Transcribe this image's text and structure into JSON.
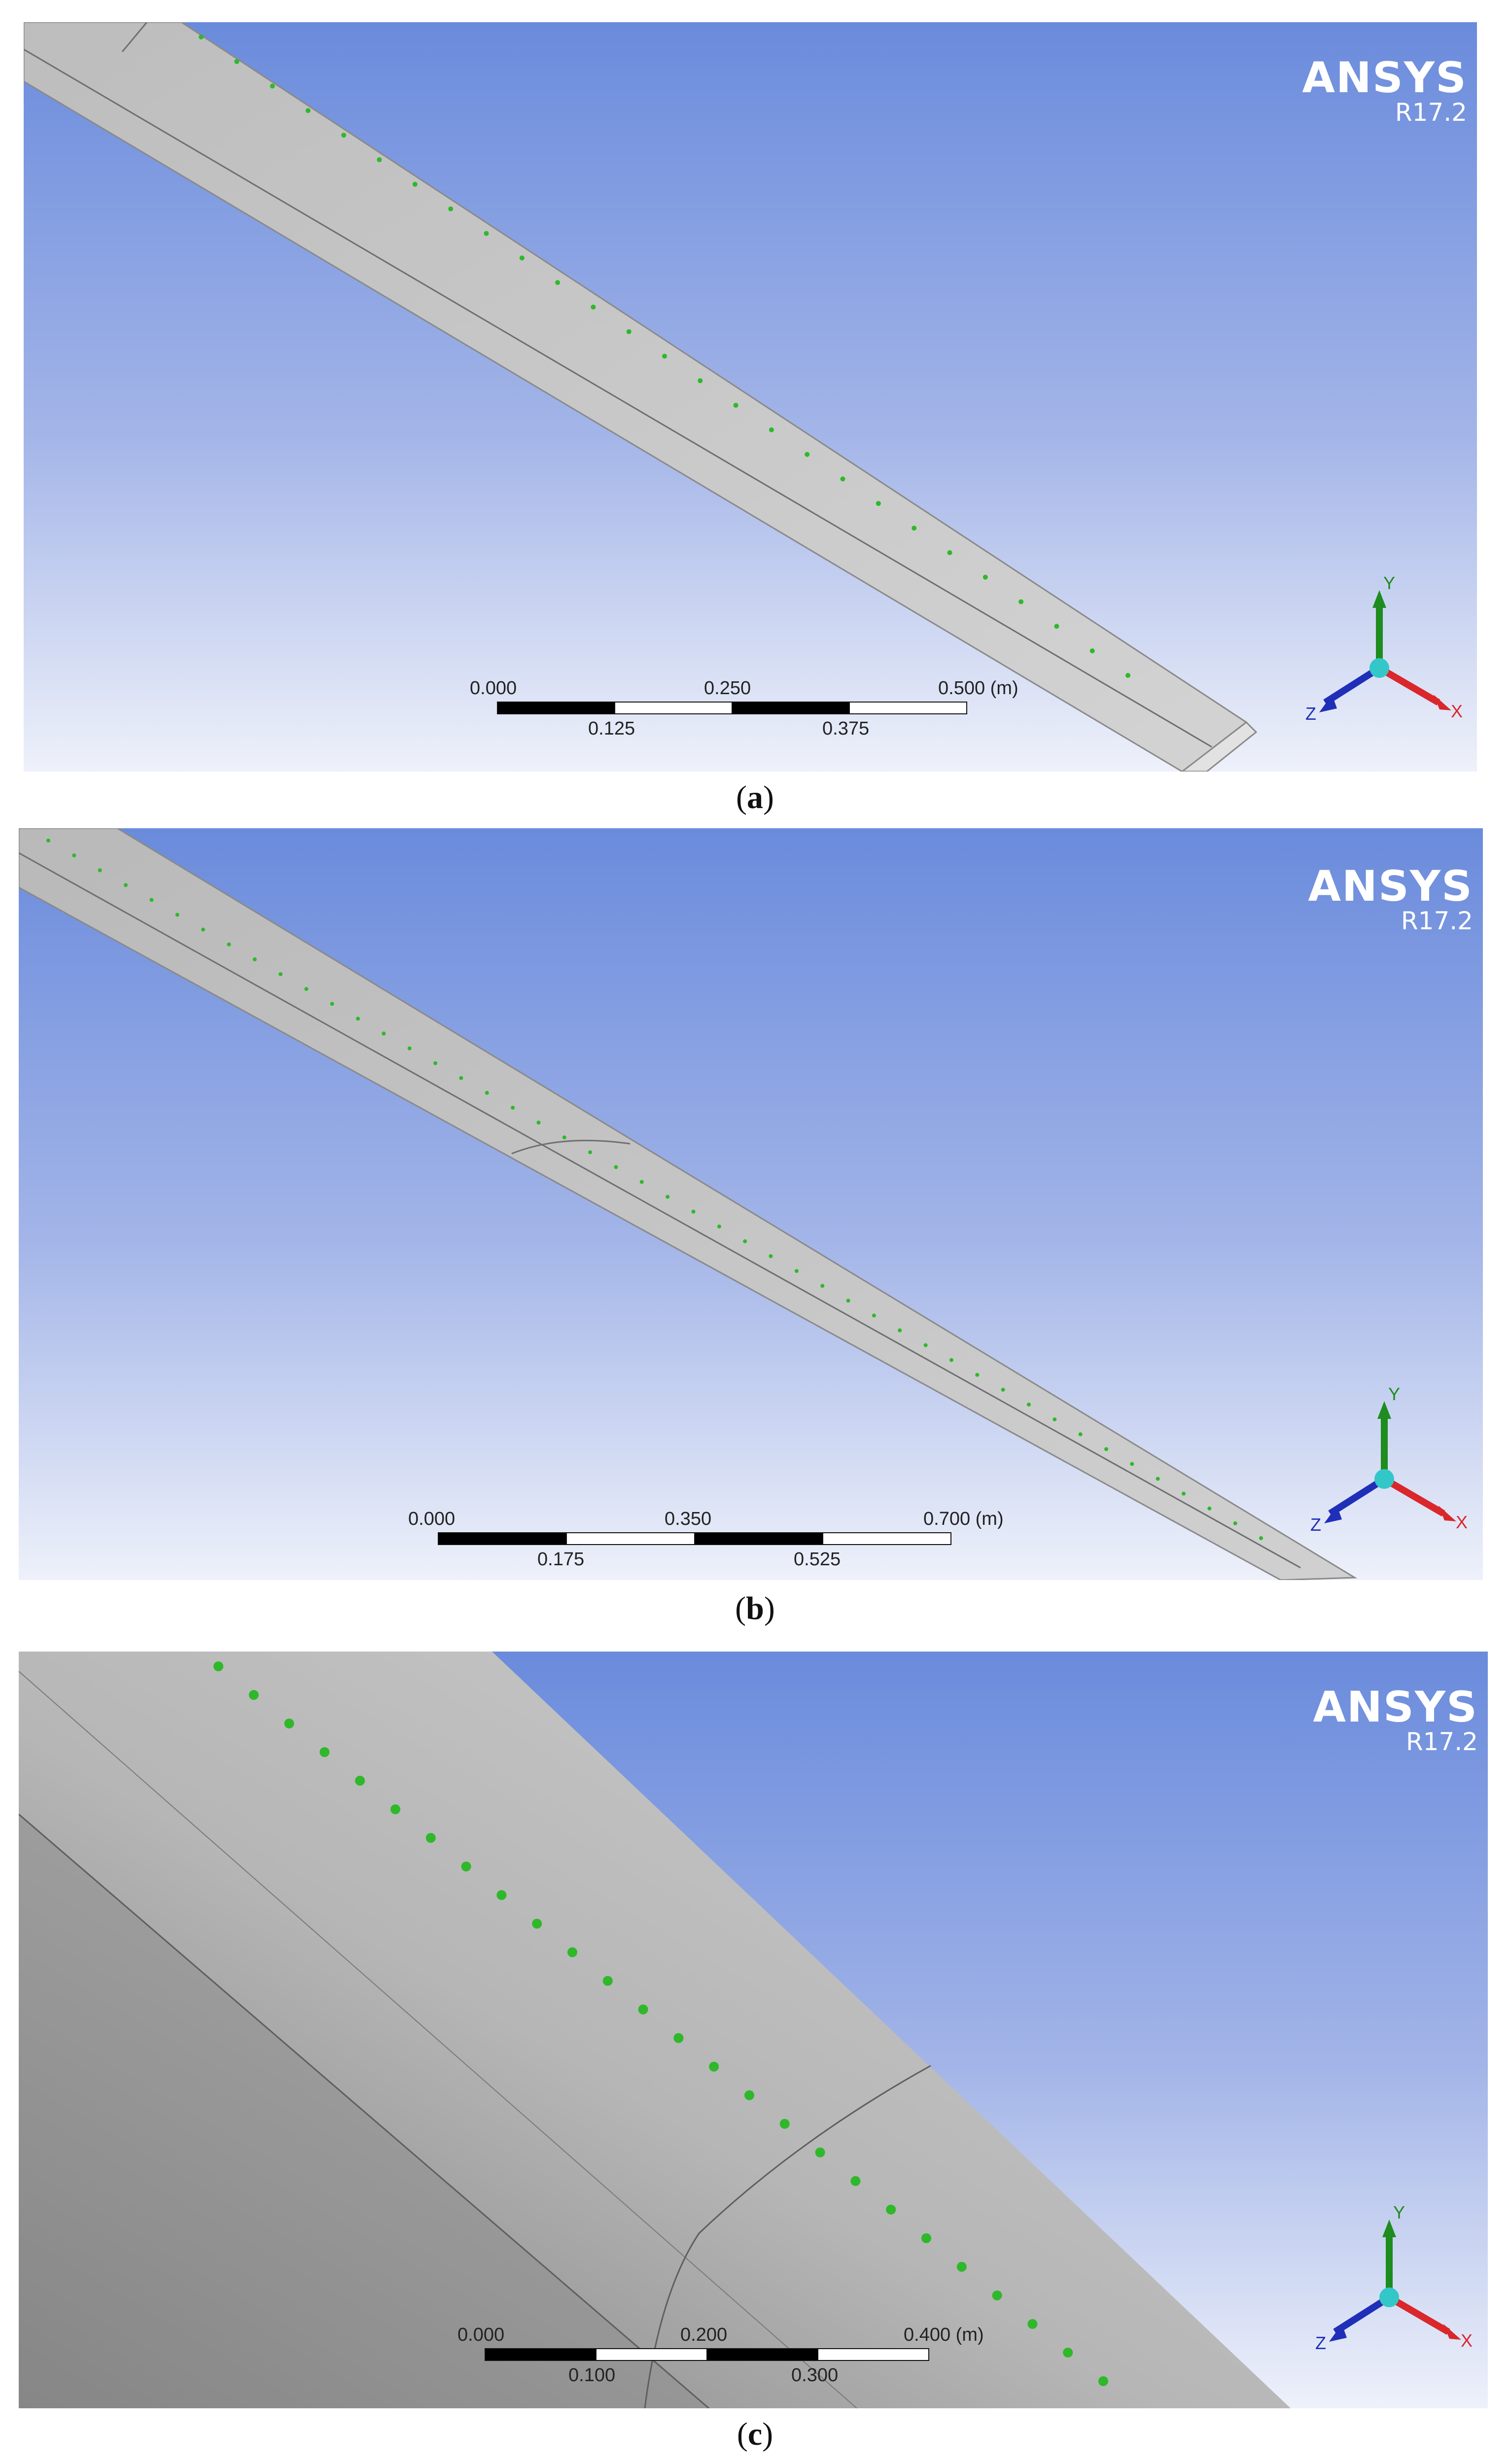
{
  "panels": [
    {
      "id": "a",
      "brand": {
        "name": "ANSYS",
        "version": "R17.2"
      },
      "scale": {
        "labels_top": [
          "0.000",
          "0.250",
          "0.500 (m)"
        ],
        "labels_bottom": [
          "0.125",
          "0.375"
        ]
      },
      "axes": {
        "x": "X",
        "y": "Y",
        "z": "Z"
      },
      "caption": {
        "open": "(",
        "letter": "a",
        "close": ")"
      }
    },
    {
      "id": "b",
      "brand": {
        "name": "ANSYS",
        "version": "R17.2"
      },
      "scale": {
        "labels_top": [
          "0.000",
          "0.350",
          "0.700 (m)"
        ],
        "labels_bottom": [
          "0.175",
          "0.525"
        ]
      },
      "axes": {
        "x": "X",
        "y": "Y",
        "z": "Z"
      },
      "caption": {
        "open": "(",
        "letter": "b",
        "close": ")"
      }
    },
    {
      "id": "c",
      "brand": {
        "name": "ANSYS",
        "version": "R17.2"
      },
      "scale": {
        "labels_top": [
          "0.000",
          "0.200",
          "0.400 (m)"
        ],
        "labels_bottom": [
          "0.100",
          "0.300"
        ]
      },
      "axes": {
        "x": "X",
        "y": "Y",
        "z": "Z"
      },
      "caption": {
        "open": "(",
        "letter": "c",
        "close": ")"
      }
    }
  ],
  "colors": {
    "wing": "#c8c8c8",
    "points": "#2fb82a",
    "axis_x": "#d9272b",
    "axis_y": "#1e8c1e",
    "axis_z": "#1f2fb8",
    "origin": "#33c7c7"
  },
  "icons": [
    "ansys-logo",
    "coordinate-triad-icon",
    "scale-bar",
    "probe-point-icon"
  ]
}
